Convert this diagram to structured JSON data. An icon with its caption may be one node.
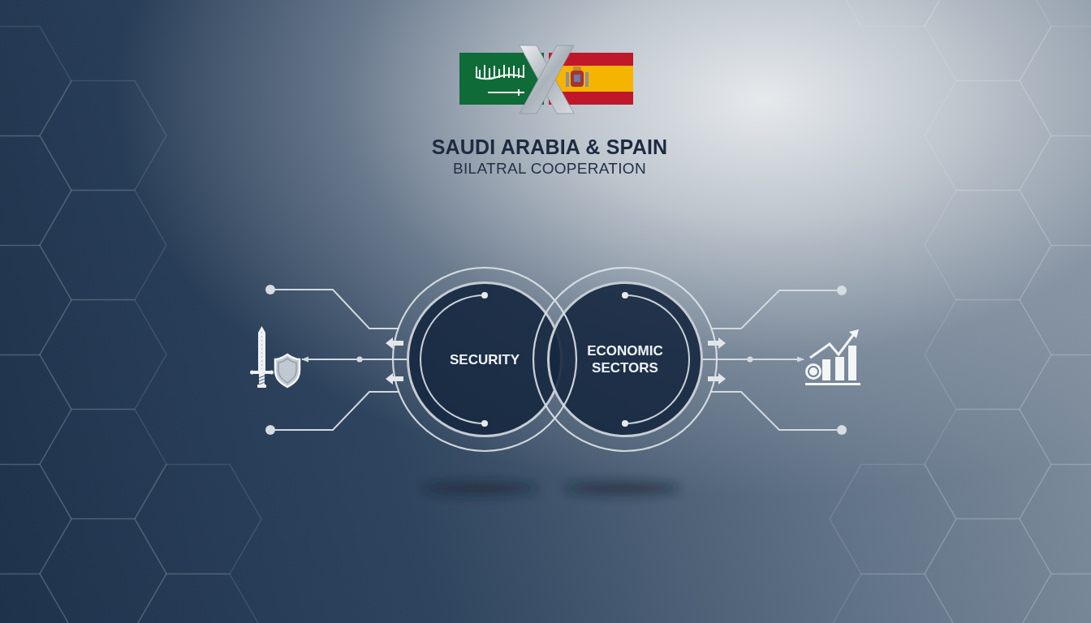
{
  "diagram": {
    "title": "SAUDI ARABIA & SPAIN",
    "nodes": [
      {
        "text": [
          "SECURITY"
        ]
      },
      {
        "text": [
          "ECONOMIC SECTORS"
        ]
      },
      {
        "text": [],
        "shape": "picture"
      },
      {
        "text": [],
        "shape": "picture"
      }
    ],
    "edges": [
      {
        "from": 0,
        "to": 2,
        "arrow": "to"
      },
      {
        "from": 1,
        "to": 3,
        "arrow": "to"
      }
    ],
    "labels": [
      "BILATRAL COOPERATION"
    ]
  }
}
